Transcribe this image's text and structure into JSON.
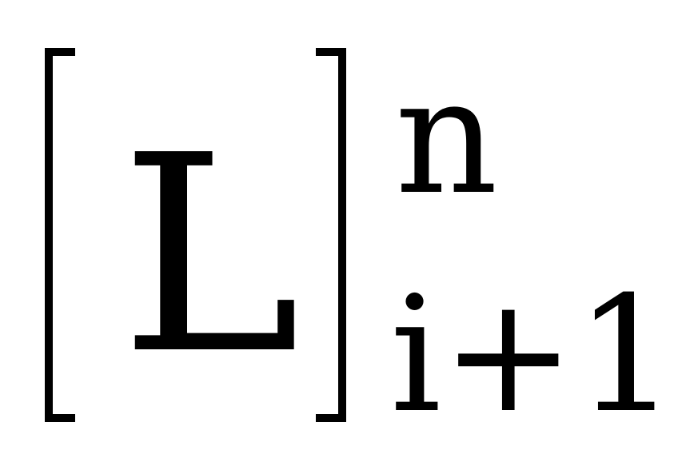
{
  "expression": {
    "base": "L",
    "superscript": "n",
    "subscript": "i+1"
  }
}
